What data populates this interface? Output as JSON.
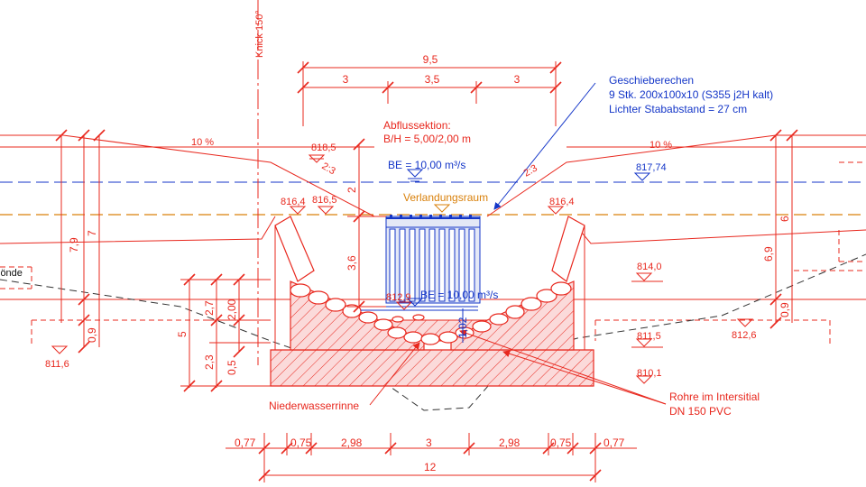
{
  "colors": {
    "red": "#e8281e",
    "blue": "#1436c8",
    "orange": "#d9800a",
    "black": "#111111",
    "hatch_fill": "#fbdada"
  },
  "labels": {
    "knick": "Knick 150°",
    "abfluss_line1": "Abflussektion:",
    "abfluss_line2": "B/H = 5,00/2,00 m",
    "slope_left": "10 %",
    "slope_right": "10 %",
    "slope_ratio_left": "2:3",
    "slope_ratio_right": "2:3",
    "be_upper": "BE = 10,00 m³/s",
    "be_lower": "BE = 10,00 m³/s",
    "verlandungsraum": "Verlandungsraum",
    "geschiebe_line1": "Geschieberechen",
    "geschiebe_line2": "9 Stk. 200x100x10 (S355 j2H kalt)",
    "geschiebe_line3": "Lichter Stababstand = 27 cm",
    "niederwasserrinne": "Niederwasserrinne",
    "rohre_line1": "Rohre im Intersitial",
    "rohre_line2": "DN 150 PVC",
    "left_cut": "lönde"
  },
  "elevations": {
    "e8185": "818,5",
    "e81774": "817,74",
    "e8165": "816,5",
    "e8164_left": "816,4",
    "e8164_right": "816,4",
    "e8140": "814,0",
    "e8129": "812,9",
    "e8126": "812,6",
    "e8116": "811,6",
    "e8115": "811,5",
    "e8101": "810,1"
  },
  "dimensions": {
    "top_total": "9,5",
    "top_left": "3",
    "top_mid": "3,5",
    "top_right": "3",
    "left_79": "7,9",
    "left_7": "7",
    "left_09": "0,9",
    "left_5": "5",
    "left_27": "2,7",
    "left_23": "2,3",
    "left_200": "2,00",
    "left_05": "0,5",
    "mid_2": "2",
    "mid_36": "3,6",
    "mid_102": "1,02",
    "right_6": "6",
    "right_69": "6,9",
    "right_09": "0,9",
    "bottom_077_left": "0,77",
    "bottom_075_left": "0,75",
    "bottom_298_left": "2,98",
    "bottom_3": "3",
    "bottom_298_right": "2,98",
    "bottom_075_right": "0,75",
    "bottom_077_right": "0,77",
    "bottom_total": "12"
  }
}
